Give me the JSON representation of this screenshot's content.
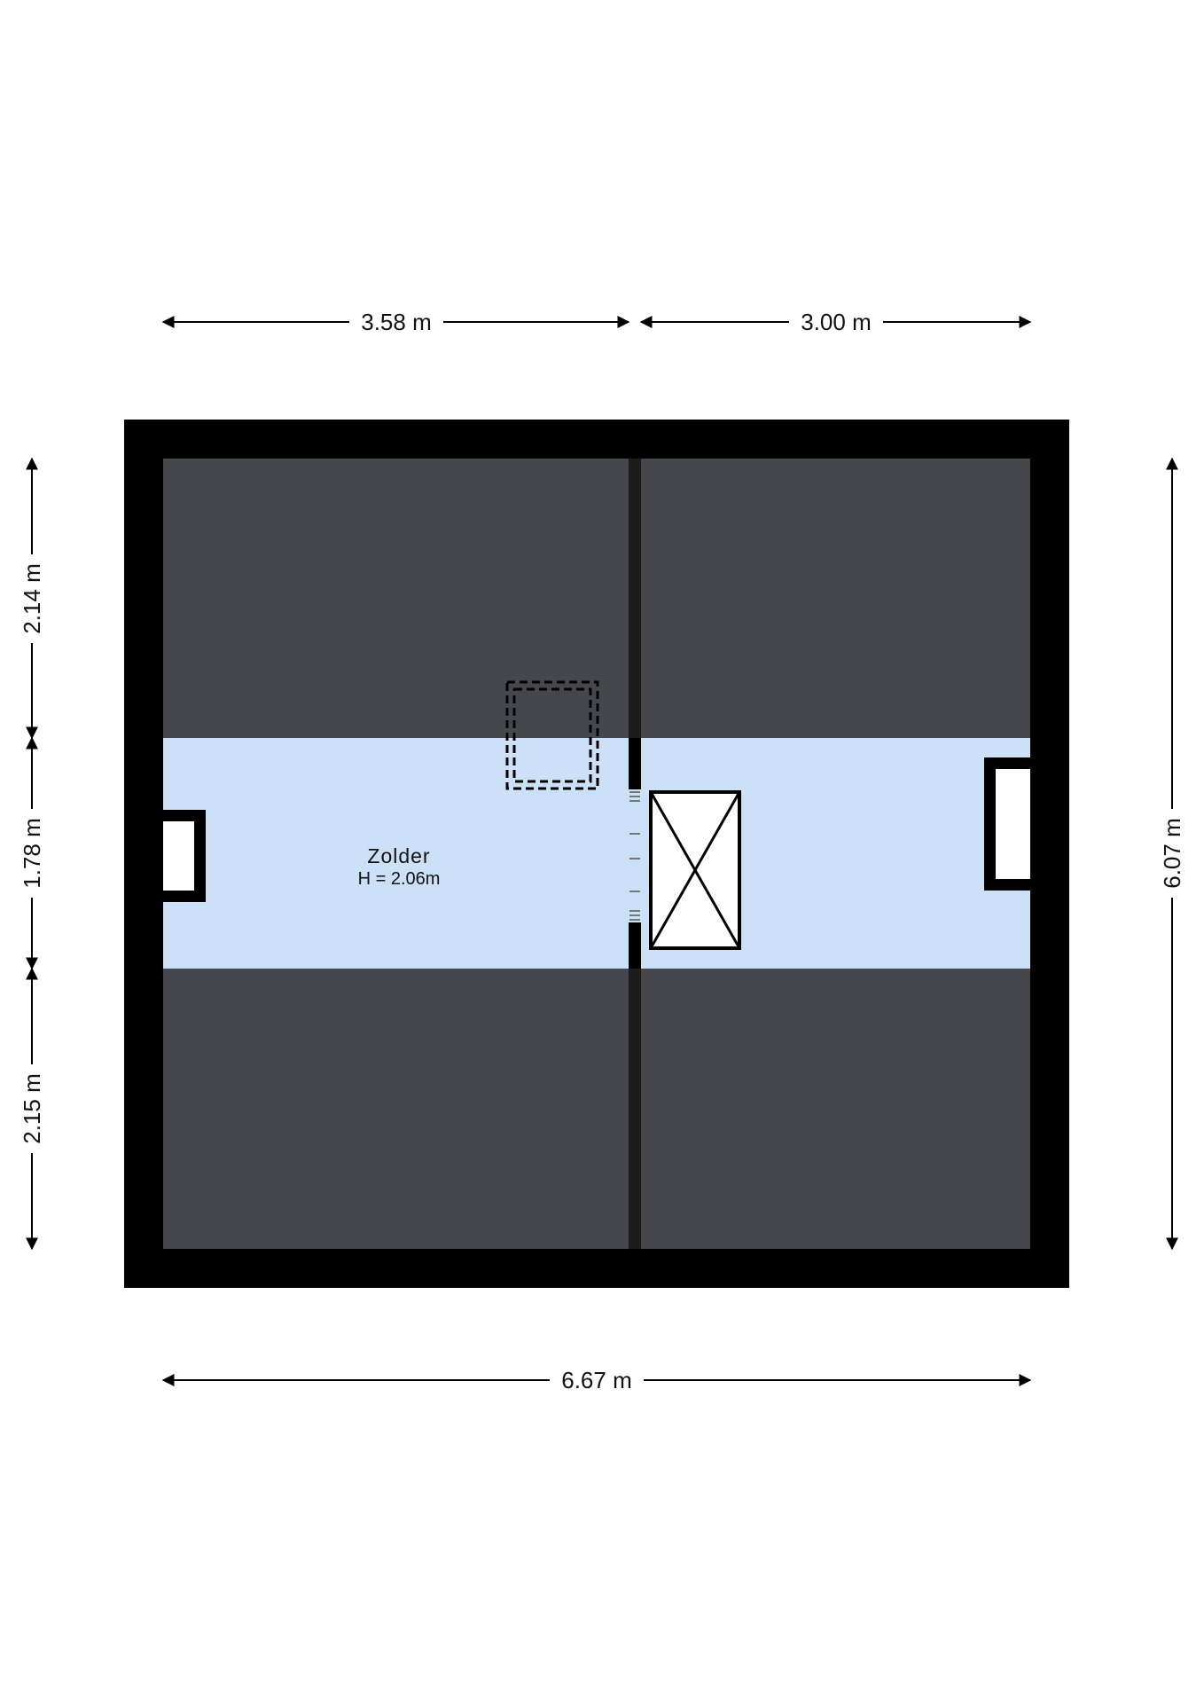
{
  "room": {
    "name": "Zolder",
    "height": "H = 2.06m"
  },
  "dimensions": {
    "top_left": "3.58 m",
    "top_right": "3.00 m",
    "bottom": "6.67 m",
    "left_top": "2.14 m",
    "left_middle": "1.78 m",
    "left_bottom": "2.15 m",
    "right": "6.07 m"
  },
  "colors": {
    "wall": "#000000",
    "sloped_area": "#45474c",
    "room_floor": "#cce0f8",
    "beam": "#1c1c1c"
  }
}
